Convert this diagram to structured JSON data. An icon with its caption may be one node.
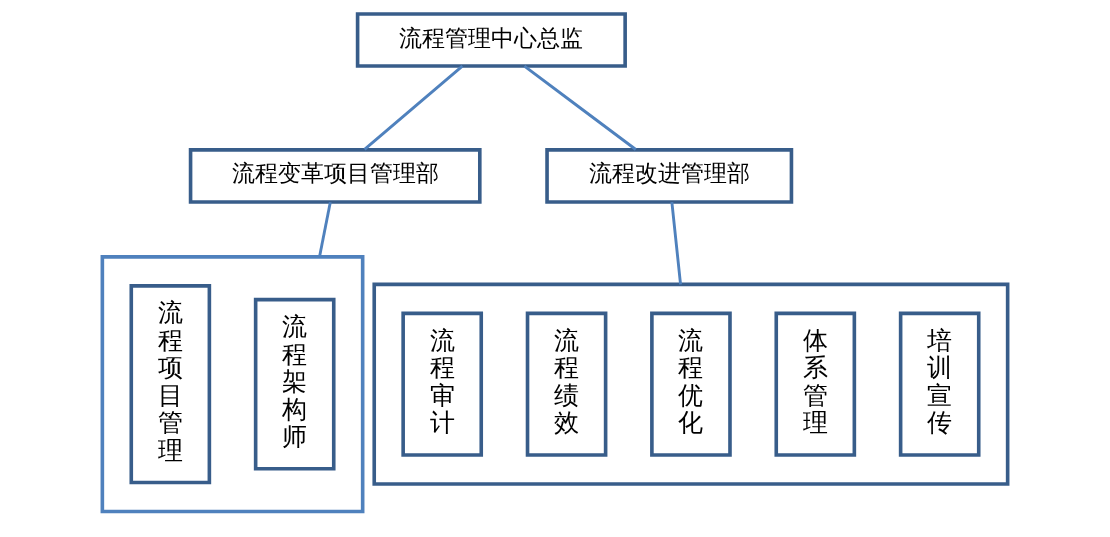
{
  "diagram": {
    "nodes": [
      {
        "text": [
          "流程管理中心总监"
        ]
      },
      {
        "text": [
          "流程变革项目管理部"
        ]
      },
      {
        "text": [
          "流程改进管理部"
        ]
      },
      {
        "text": [],
        "shape": "box"
      },
      {
        "text": [
          "流程项目管理"
        ],
        "in": 3
      },
      {
        "text": [
          "流程架构师"
        ],
        "in": 3
      },
      {
        "text": [],
        "shape": "box"
      },
      {
        "text": [
          "流程审计"
        ],
        "in": 6
      },
      {
        "text": [
          "流程绩效"
        ],
        "in": 6
      },
      {
        "text": [
          "流程优化"
        ],
        "in": 6
      },
      {
        "text": [
          "体系管理"
        ],
        "in": 6
      },
      {
        "text": [
          "培训宣传"
        ],
        "in": 6
      }
    ],
    "edges": [
      {
        "from": 0,
        "to": 1,
        "arrow": "none"
      },
      {
        "from": 0,
        "to": 2,
        "arrow": "none"
      },
      {
        "from": 1,
        "to": 3,
        "arrow": "none"
      },
      {
        "from": 2,
        "to": 6,
        "arrow": "none"
      }
    ]
  }
}
